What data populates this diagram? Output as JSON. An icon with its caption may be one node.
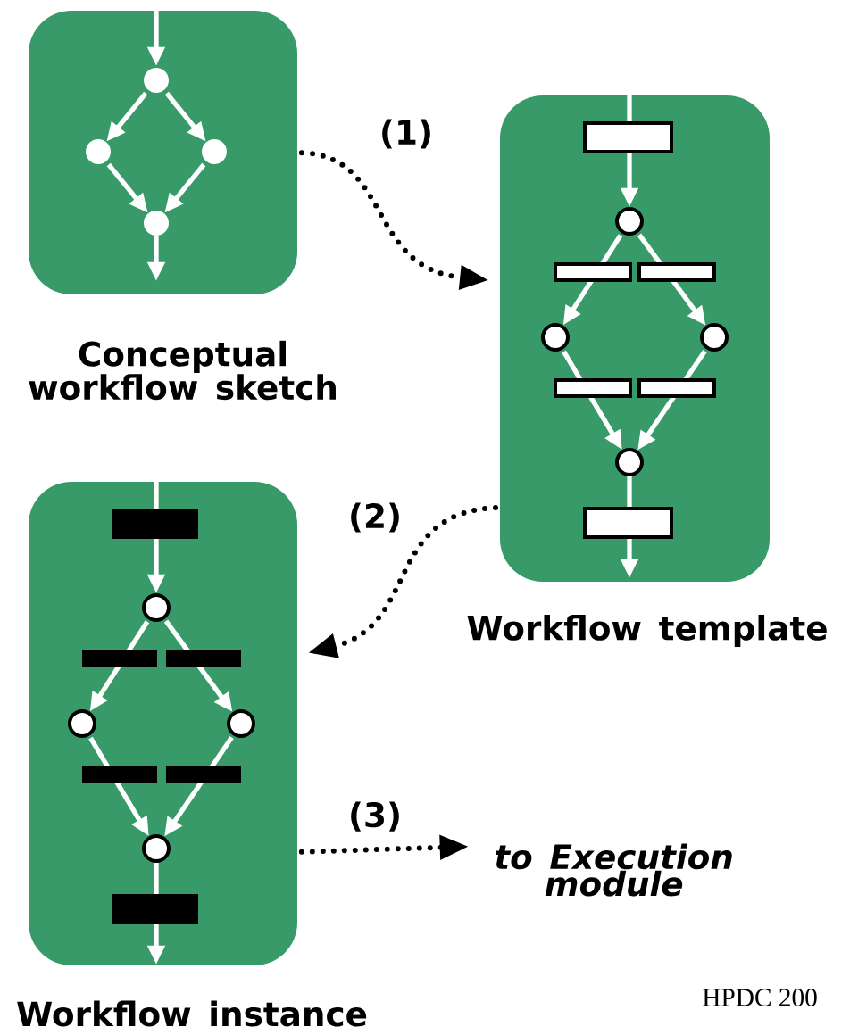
{
  "diagram": {
    "nodes": [
      {
        "text": [
          "Conceptual workflow sketch"
        ]
      },
      {
        "text": [
          "Workflow template"
        ]
      },
      {
        "text": [
          "Workflow instance"
        ]
      },
      {
        "text": [
          "to Execution module"
        ]
      }
    ],
    "edges": [
      {
        "from": 0,
        "to": 1,
        "arrow": "to",
        "label": "(1)"
      },
      {
        "from": 1,
        "to": 2,
        "arrow": "to",
        "label": "(2)"
      },
      {
        "from": 2,
        "to": 3,
        "arrow": "to",
        "label": "(3)"
      }
    ],
    "labels": [
      "HPDC 200"
    ]
  }
}
